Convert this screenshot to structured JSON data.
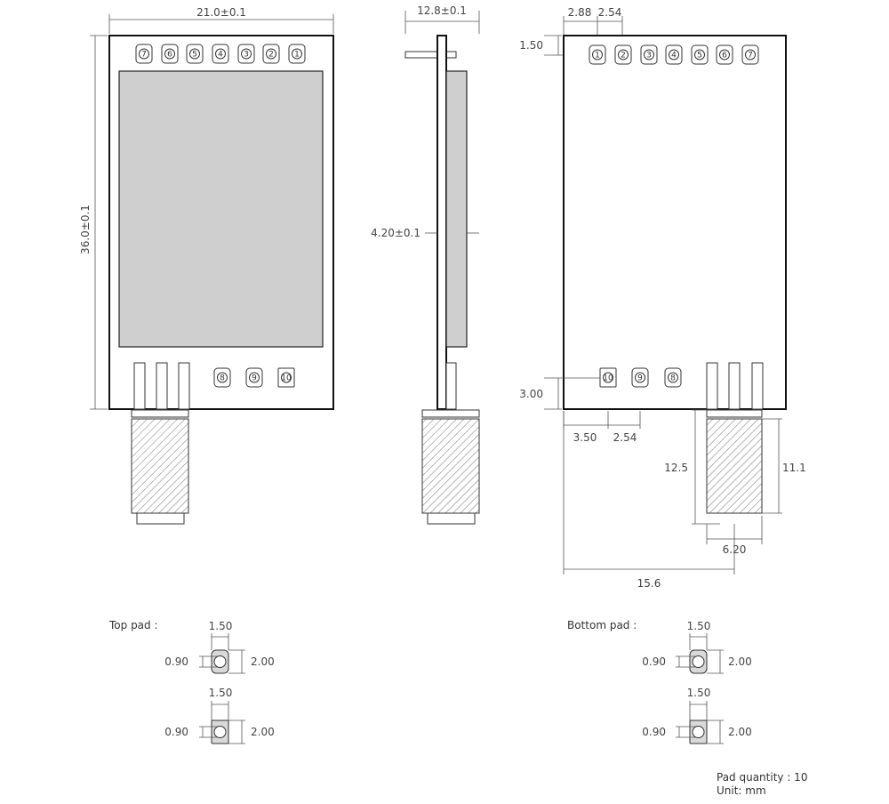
{
  "dims": {
    "front_width": "21.0±0.1",
    "front_height": "36.0±0.1",
    "side_width": "12.8±0.1",
    "side_thickness": "4.20±0.1",
    "pitch_first": "2.88",
    "pitch": "2.54",
    "top_margin": "1.50",
    "bottom_margin": "3.00",
    "bottom_offset": "3.50",
    "bottom_pitch": "2.54",
    "ant_length": "12.5",
    "ant_body": "11.1",
    "ant_width": "6.20",
    "ant_offset": "15.6"
  },
  "front_pins_top": [
    "7",
    "6",
    "5",
    "4",
    "3",
    "2",
    "1"
  ],
  "front_pins_bottom": [
    "8",
    "9",
    "10"
  ],
  "back_pins_top": [
    "1",
    "2",
    "3",
    "4",
    "5",
    "6",
    "7"
  ],
  "back_pins_bottom": [
    "10",
    "9",
    "8"
  ],
  "pads": {
    "top_label": "Top pad :",
    "bottom_label": "Bottom pad :",
    "width": "1.50",
    "hole": "0.90",
    "height": "2.00"
  },
  "notes": {
    "quantity": "Pad quantity : 10",
    "unit": "Unit:  mm"
  }
}
